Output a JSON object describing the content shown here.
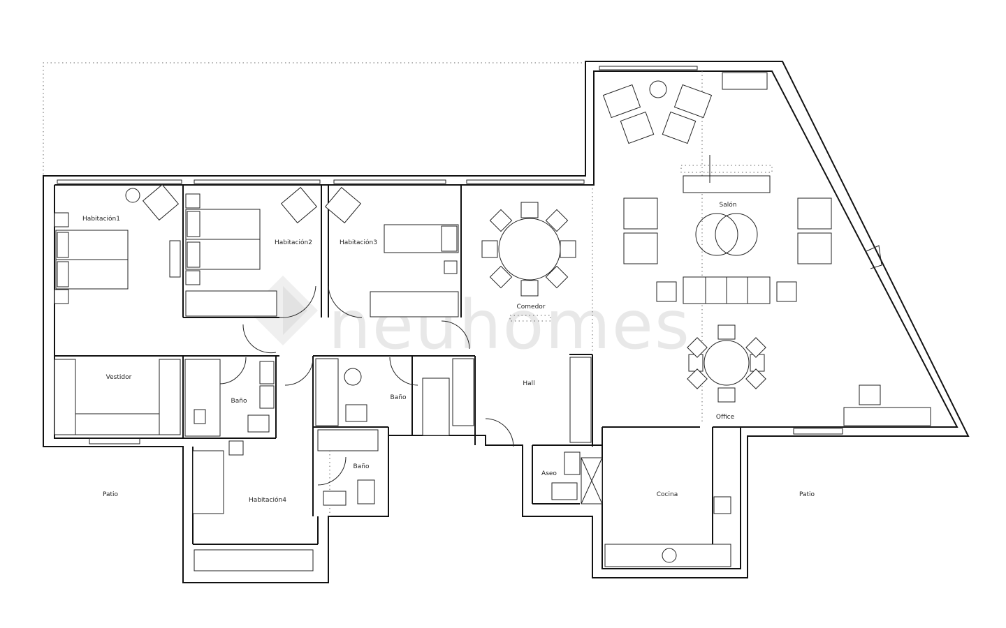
{
  "watermark": "neuhomes",
  "rooms": {
    "hab1": "Habitación1",
    "hab2": "Habitación2",
    "hab3": "Habitación3",
    "hab4": "Habitación4",
    "vestidor": "Vestidor",
    "bano_a": "Baño",
    "bano_b": "Baño",
    "bano_c": "Baño",
    "comedor": "Comedor",
    "hall": "Hall",
    "salon": "Salón",
    "office": "Office",
    "aseo": "Aseo",
    "cocina": "Cocina",
    "patio_left": "Patio",
    "patio_right": "Patio"
  },
  "colors": {
    "wall": "#111111",
    "watermark": "#e8e8e8"
  }
}
